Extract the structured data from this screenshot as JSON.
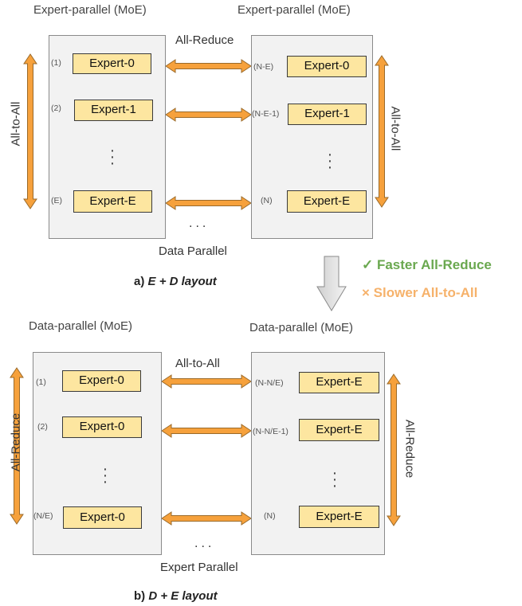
{
  "top": {
    "left_header": "Expert-parallel (MoE)",
    "right_header": "Expert-parallel (MoE)",
    "middle_label": "All-Reduce",
    "bottom_label": "Data Parallel",
    "side_label_left": "All-to-All",
    "side_label_right": "All-to-All",
    "left_experts": [
      {
        "index": "(1)",
        "name": "Expert-0"
      },
      {
        "index": "(2)",
        "name": "Expert-1"
      },
      {
        "index": "(E)",
        "name": "Expert-E"
      }
    ],
    "right_experts": [
      {
        "index": "(N-E)",
        "name": "Expert-0"
      },
      {
        "index": "(N-E-1)",
        "name": "Expert-1"
      },
      {
        "index": "(N)",
        "name": "Expert-E"
      }
    ],
    "caption_prefix": "a)",
    "caption_layout": "E + D layout"
  },
  "notes": {
    "faster": "✓ Faster All-Reduce",
    "slower": "× Slower All-to-All",
    "faster_color": "#6aa84f",
    "slower_color": "#f6b26b"
  },
  "bottom": {
    "left_header": "Data-parallel (MoE)",
    "right_header": "Data-parallel (MoE)",
    "middle_label": "All-to-All",
    "bottom_label": "Expert Parallel",
    "side_label_left": "All-Reduce",
    "side_label_right": "All-Reduce",
    "left_experts": [
      {
        "index": "(1)",
        "name": "Expert-0"
      },
      {
        "index": "(2)",
        "name": "Expert-0"
      },
      {
        "index": "(N/E)",
        "name": "Expert-0"
      }
    ],
    "right_experts": [
      {
        "index": "(N-N/E)",
        "name": "Expert-E"
      },
      {
        "index": "(N-N/E-1)",
        "name": "Expert-E"
      },
      {
        "index": "(N)",
        "name": "Expert-E"
      }
    ],
    "caption_prefix": "b)",
    "caption_layout": "D + E layout"
  },
  "colors": {
    "arrow_fill": "#f6a13c",
    "arrow_stroke": "#9a6a2a",
    "expert_fill": "#fde6a0",
    "panel_fill": "#f2f2f2"
  }
}
